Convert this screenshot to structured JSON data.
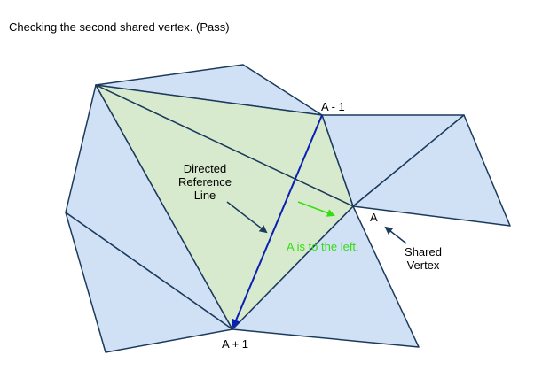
{
  "title": "Checking the second shared vertex. (Pass)",
  "labels": {
    "a_minus_1": "A - 1",
    "a": "A",
    "a_plus_1": "A + 1",
    "directed_line_1": "Directed",
    "directed_line_2": "Reference",
    "directed_line_3": "Line",
    "result": "A is to the left.",
    "shared_1": "Shared",
    "shared_2": "Vertex"
  },
  "colors": {
    "triangle_fill": "#d0e1f5",
    "highlight_fill": "#d8eacd",
    "edge": "#1b3a5c",
    "reference_arrow": "#0a1fb3",
    "result_text": "#33dd11",
    "label_arrow": "#1b3a5c",
    "text": "#000000"
  }
}
